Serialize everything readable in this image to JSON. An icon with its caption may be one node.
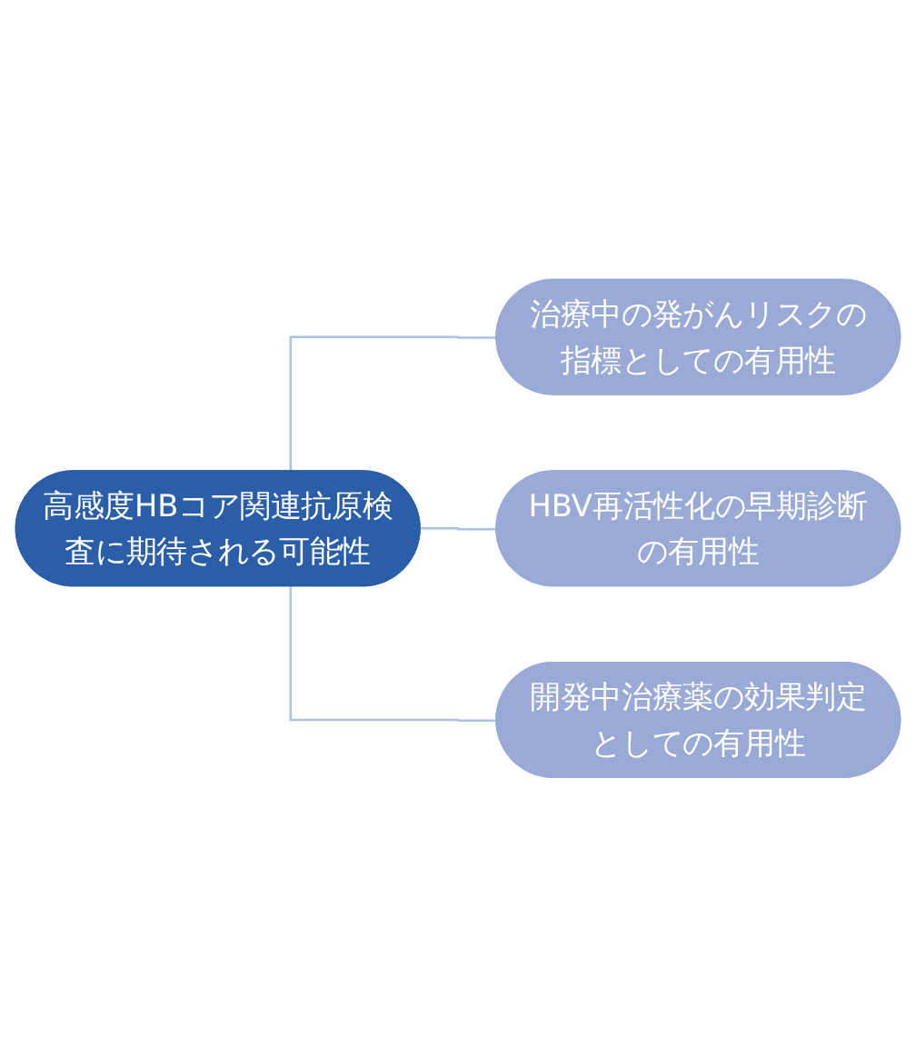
{
  "diagram": {
    "nodes": [
      {
        "text": [
          "高感度HBコア関連抗原検査に期待される可能性"
        ]
      },
      {
        "text": [
          "治療中の発がんリスクの指標としての有用性"
        ]
      },
      {
        "text": [
          "HBV再活性化の早期診断の有用性"
        ]
      },
      {
        "text": [
          "開発中治療薬の効果判定としての有用性"
        ]
      }
    ],
    "edges": [
      {
        "from": 0,
        "to": 1,
        "arrow": "none"
      },
      {
        "from": 0,
        "to": 2,
        "arrow": "none"
      },
      {
        "from": 0,
        "to": 3,
        "arrow": "none"
      }
    ]
  }
}
